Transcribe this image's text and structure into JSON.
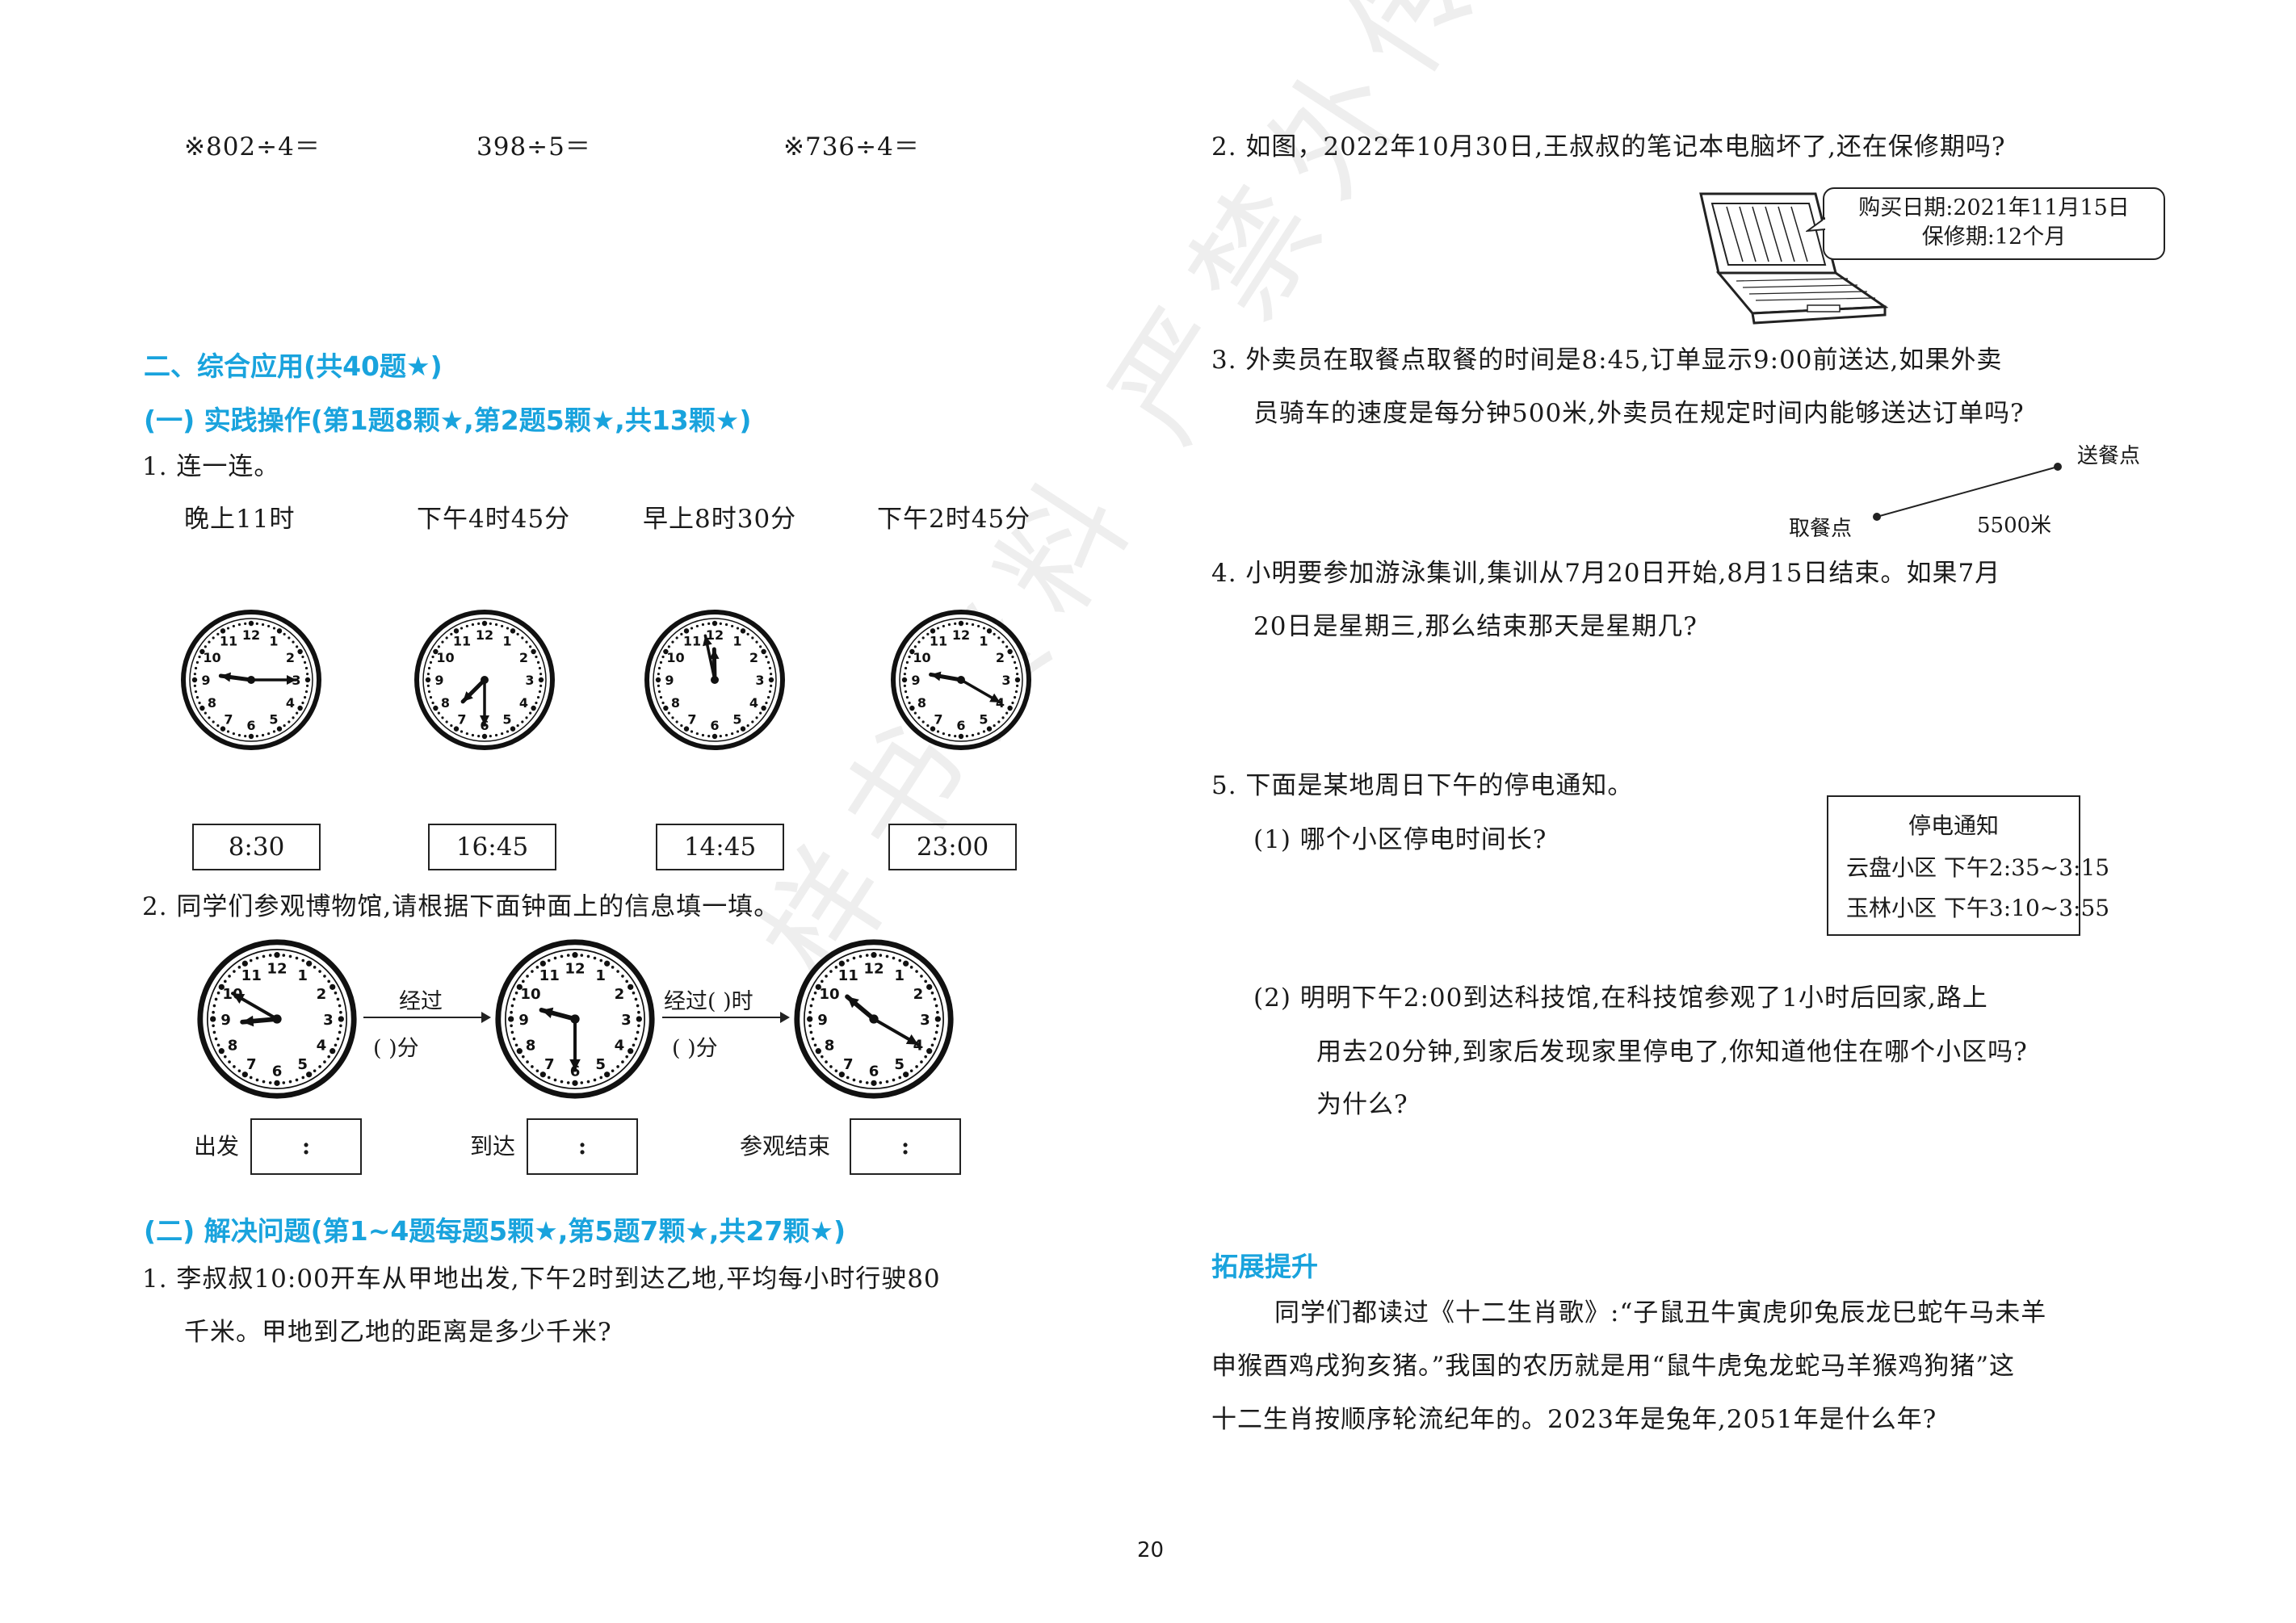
{
  "left": {
    "calc": [
      "※802÷4＝",
      "398÷5＝",
      "※736÷4＝"
    ],
    "section2_title": "二、综合应用(共40题★)",
    "part1_title": "(一) 实践操作(第1题8颗★,第2题5颗★,共13颗★)",
    "q1_prompt": "1. 连一连。",
    "q1_labels": [
      "晚上11时",
      "下午4时45分",
      "早上8时30分",
      "下午2时45分"
    ],
    "q1_times": [
      "8:30",
      "16:45",
      "14:45",
      "23:00"
    ],
    "q2_prompt": "2. 同学们参观博物馆,请根据下面钟面上的信息填一填。",
    "arrow1_top": "经过",
    "arrow1_bottom": "(      )分",
    "arrow2_top": "经过(    )时",
    "arrow2_bottom": "(      )分",
    "start_label": "出发",
    "arrive_label": "到达",
    "end_label": "参观结束",
    "colon": ":",
    "part2_title": "(二) 解决问题(第1~4题每题5颗★,第5题7颗★,共27颗★)",
    "p2q1_line1": "1. 李叔叔10:00开车从甲地出发,下午2时到达乙地,平均每小时行驶80",
    "p2q1_line2": "千米。甲地到乙地的距离是多少千米?"
  },
  "right": {
    "q2_line": "2. 如图，2022年10月30日,王叔叔的笔记本电脑坏了,还在保修期吗?",
    "bubble_line1": "购买日期:2021年11月15日",
    "bubble_line2": "保修期:12个月",
    "q3_line1": "3. 外卖员在取餐点取餐的时间是8:45,订单显示9:00前送达,如果外卖",
    "q3_line2": "员骑车的速度是每分钟500米,外卖员在规定时间内能够送达订单吗?",
    "pickup_label": "取餐点",
    "deliver_label": "送餐点",
    "distance_label": "5500米",
    "q4_line1": "4. 小明要参加游泳集训,集训从7月20日开始,8月15日结束。如果7月",
    "q4_line2": "20日是星期三,那么结束那天是星期几?",
    "q5_line": "5. 下面是某地周日下午的停电通知。",
    "q5_sub1": "(1) 哪个小区停电时间长?",
    "notice_title": "停电通知",
    "notice_row1": "云盘小区  下午2:35~3:15",
    "notice_row2": "玉林小区  下午3:10~3:55",
    "q5_sub2_line1": "(2) 明明下午2:00到达科技馆,在科技馆参观了1小时后回家,路上",
    "q5_sub2_line2": "用去20分钟,到家后发现家里停电了,你知道他住在哪个小区吗?",
    "q5_sub2_line3": "为什么?",
    "extend_title": "拓展提升",
    "extend_line1": "同学们都读过《十二生肖歌》:“子鼠丑牛寅虎卯兔辰龙巳蛇午马未羊",
    "extend_line2": "申猴酉鸡戌狗亥猪。”我国的农历就是用“鼠牛虎兔龙蛇马羊猴鸡狗猪”这",
    "extend_line3": "十二生肖按顺序轮流纪年的。2023年是兔年,2051年是什么年?"
  },
  "page_number": "20",
  "watermark": "样书资料  严禁外传",
  "clocks_q1": [
    {
      "hour": 9,
      "minute": 15
    },
    {
      "hour": 7,
      "minute": 30
    },
    {
      "hour": 11,
      "minute": 58
    },
    {
      "hour": 9,
      "minute": 20
    }
  ],
  "clocks_q2": [
    {
      "hour": 8,
      "minute": 50
    },
    {
      "hour": 9,
      "minute": 30
    },
    {
      "hour": 10,
      "minute": 20
    }
  ],
  "clock_numerals": [
    "12",
    "1",
    "2",
    "3",
    "4",
    "5",
    "6",
    "7",
    "8",
    "9",
    "10",
    "11"
  ]
}
